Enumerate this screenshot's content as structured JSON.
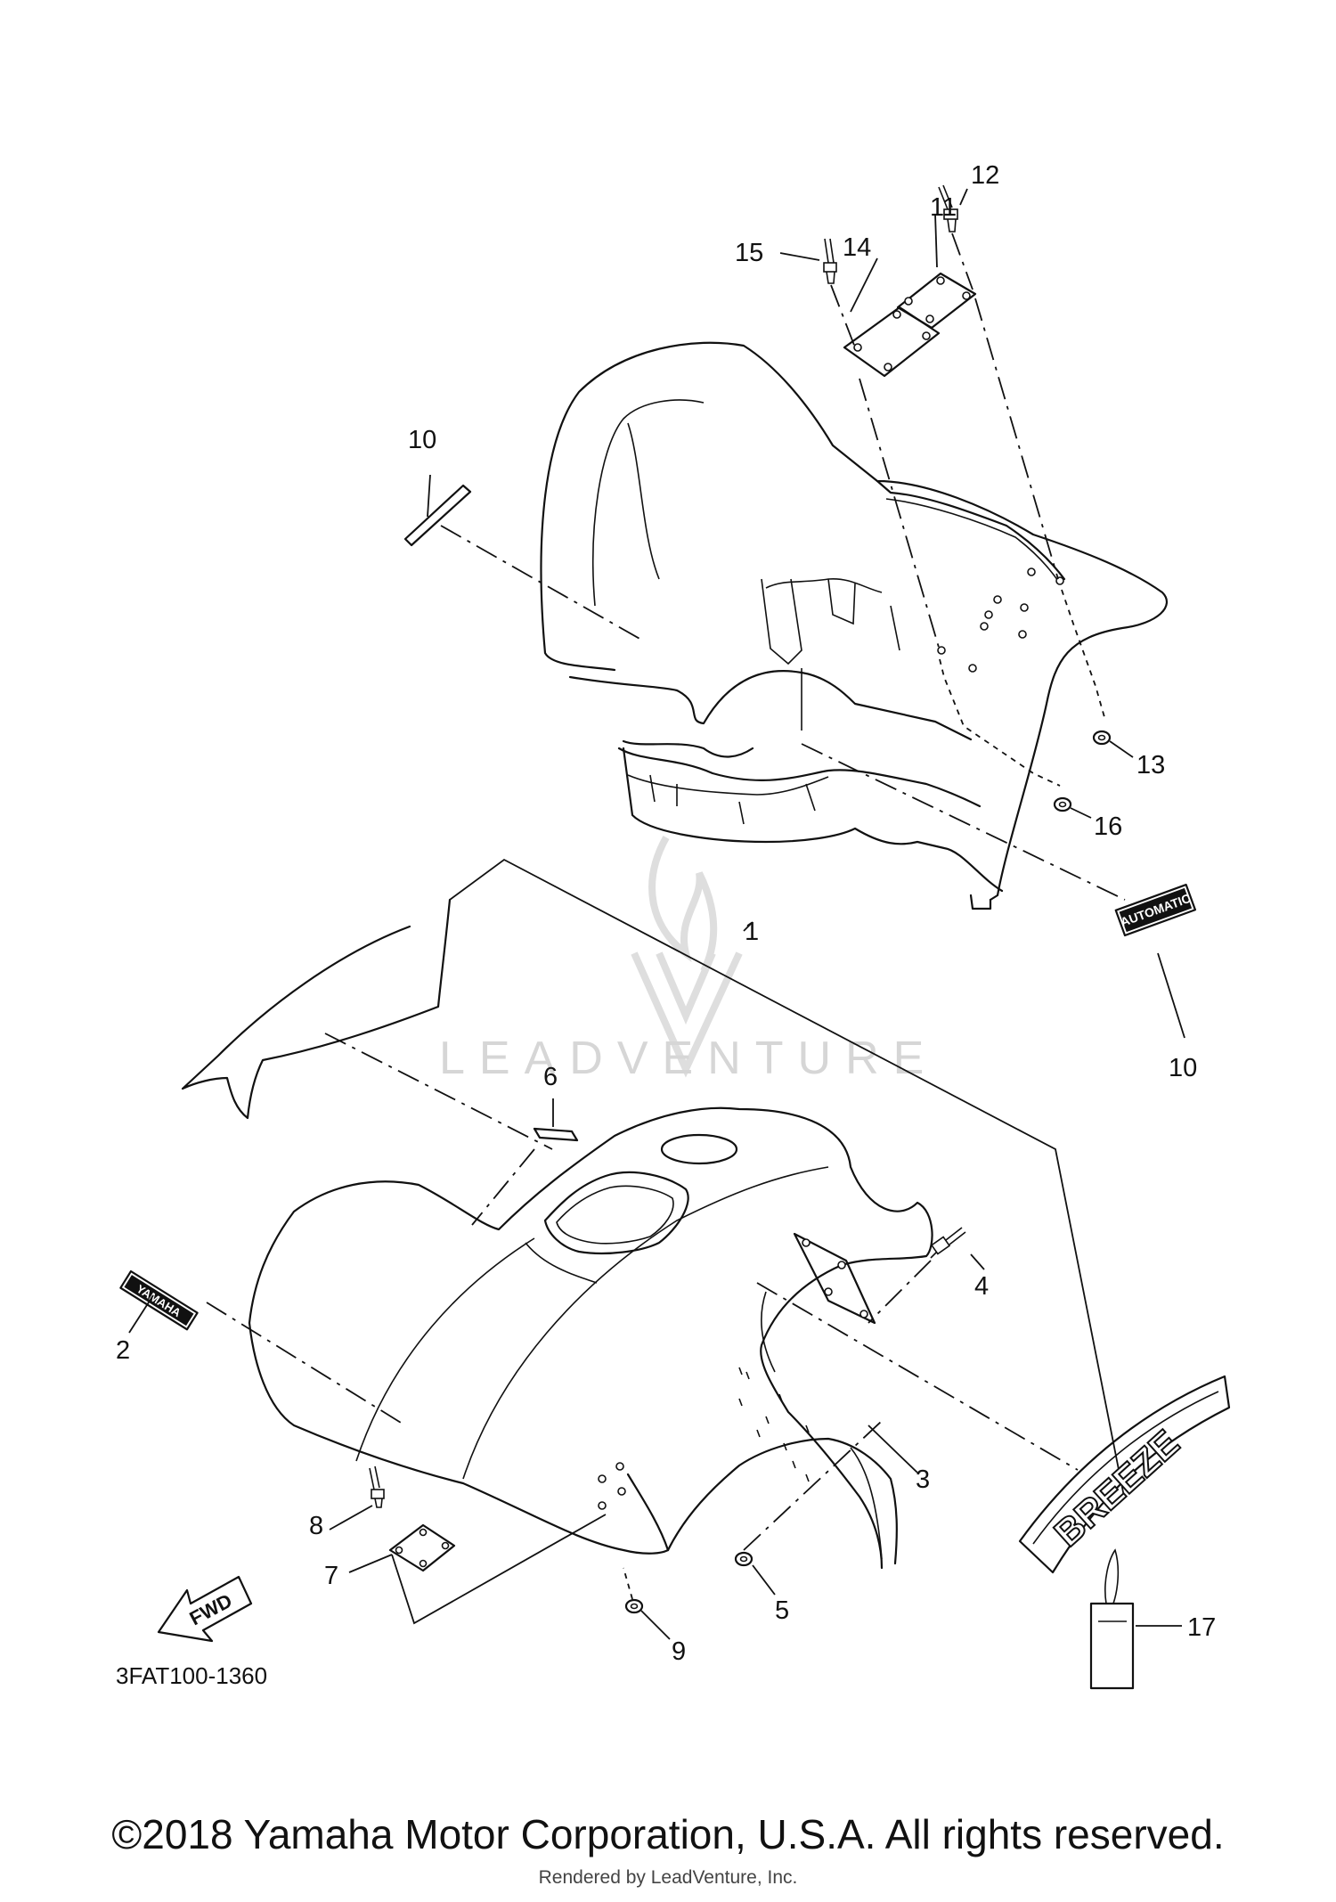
{
  "diagram": {
    "code": "3FAT100-1360",
    "callouts": [
      "1",
      "2",
      "3",
      "4",
      "5",
      "6",
      "7",
      "8",
      "9",
      "10",
      "10",
      "11",
      "12",
      "13",
      "14",
      "15",
      "16",
      "17"
    ],
    "decals": {
      "automatic": "AUTOMATIC",
      "yamaha": "YAMAHA",
      "breeze": "BREEZE",
      "fwd": "FWD"
    }
  },
  "watermark": {
    "text": "LEADVENTURE",
    "icon": "leadventure-flame-logo"
  },
  "footer": {
    "copyright": "©2018 Yamaha Motor Corporation, U.S.A. All rights reserved.",
    "rendered_by": "Rendered by LeadVenture, Inc."
  }
}
